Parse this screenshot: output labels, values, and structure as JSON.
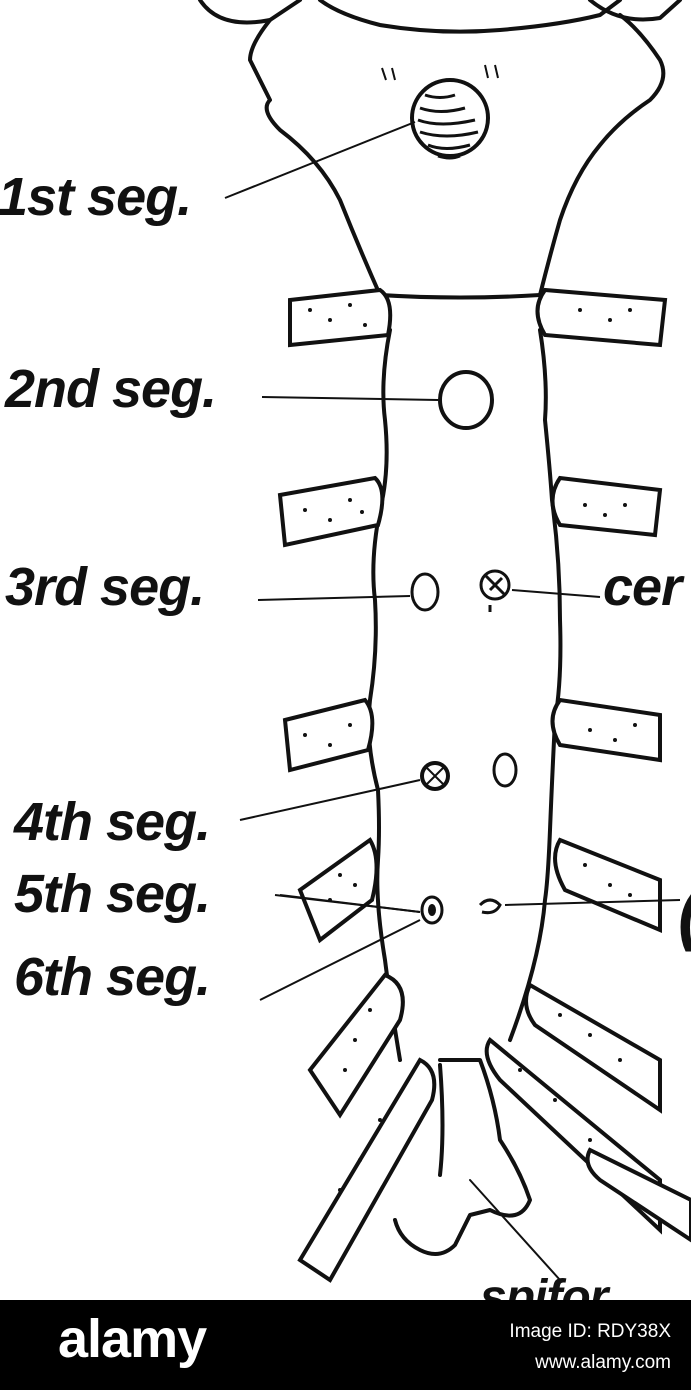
{
  "figure": {
    "labels": {
      "seg1": "1st seg.",
      "seg2": "2nd seg.",
      "seg3": "3rd seg.",
      "seg4": "4th seg.",
      "seg5": "5th seg.",
      "seg6": "6th seg.",
      "cer": "cer",
      "bottom_partial": "spifor",
      "right_partial": "("
    },
    "ink_color": "#111111"
  },
  "watermark": {
    "logo_text": "alamy",
    "image_id": "Image ID: RDY38X",
    "url": "www.alamy.com"
  }
}
